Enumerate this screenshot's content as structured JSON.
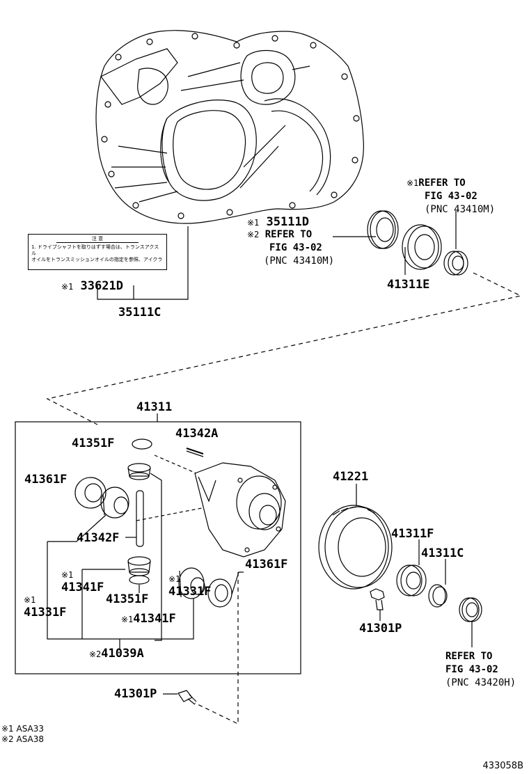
{
  "parts": {
    "p35111D": "35111D",
    "p33621D": "33621D",
    "p35111C": "35111C",
    "p41311E": "41311E",
    "p41311": "41311",
    "p41351F_top": "41351F",
    "p41342A": "41342A",
    "p41361F_left": "41361F",
    "p41342F": "41342F",
    "p41341F_left": "41341F",
    "p41351F_bottom": "41351F",
    "p41331F_left": "41331F",
    "p41331F_mid": "41331F",
    "p41361F_right": "41361F",
    "p41341F_bottom": "41341F",
    "p41039A": "41039A",
    "p41301P_left": "41301P",
    "p41221": "41221",
    "p41311F": "41311F",
    "p41311C": "41311C",
    "p41301P_right": "41301P"
  },
  "marks": {
    "m1": "※1",
    "m2": "※2"
  },
  "refs": {
    "top_right": {
      "line1": "REFER TO",
      "line2": "FIG 43-02",
      "line3": "(PNC 43410M)"
    },
    "middle": {
      "line1": "REFER TO",
      "line2": "FIG 43-02",
      "line3": "(PNC 43410M)"
    },
    "bottom_right": {
      "line1": "REFER TO",
      "line2": "FIG 43-02",
      "line3": "(PNC 43420H)"
    }
  },
  "caution_label": {
    "title": "注 意",
    "line1": "1. ドライブシャフトを取りはずす場合は、トランスアクスル",
    "line2": "オイルをトランスミッションオイルの指定を参照、アイクラ"
  },
  "notes": {
    "n1": "※1 ASA33",
    "n2": "※2 ASA38"
  },
  "figure_id": "433058B"
}
